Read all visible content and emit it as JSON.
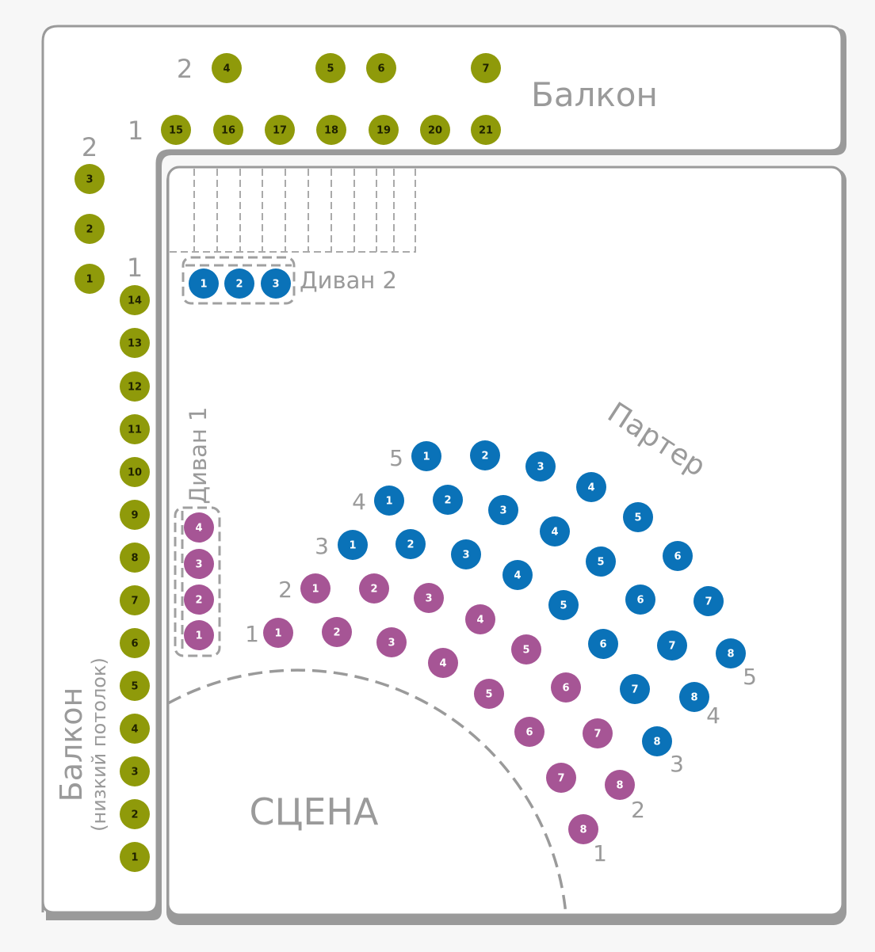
{
  "colors": {
    "balcony": "#8f9a0a",
    "blue": "#0a72b8",
    "purple": "#a65595",
    "frame": "#9a9a9a"
  },
  "labels": {
    "balcony_top": "Балкон",
    "balcony_side": "Балкон",
    "balcony_side_note": "(низкий потолок)",
    "divan2": "Диван 2",
    "divan1": "Диван 1",
    "parter": "Партер",
    "stage": "СЦЕНА"
  },
  "row_labels": {
    "balcony_top_row2": "2",
    "balcony_top_row1": "1",
    "balcony_side_row2": "2",
    "balcony_side_row1": "1",
    "parter_left": [
      "5",
      "4",
      "3",
      "2",
      "1"
    ],
    "parter_right": [
      "5",
      "4",
      "3",
      "2",
      "1"
    ]
  },
  "sections": [
    {
      "id": "balcony-top-row2",
      "color": "balcony",
      "seats": [
        "4",
        "5",
        "6",
        "7"
      ]
    },
    {
      "id": "balcony-top-row1",
      "color": "balcony",
      "seats": [
        "15",
        "16",
        "17",
        "18",
        "19",
        "20",
        "21"
      ]
    },
    {
      "id": "balcony-side-row2",
      "color": "balcony",
      "seats": [
        "3",
        "2",
        "1"
      ]
    },
    {
      "id": "balcony-side-row1",
      "color": "balcony",
      "seats": [
        "14",
        "13",
        "12",
        "11",
        "10",
        "9",
        "8",
        "7",
        "6",
        "5",
        "4",
        "3",
        "2",
        "1"
      ]
    },
    {
      "id": "divan2",
      "color": "blue",
      "seats": [
        "1",
        "2",
        "3"
      ]
    },
    {
      "id": "divan1",
      "color": "purple",
      "seats": [
        "4",
        "3",
        "2",
        "1"
      ]
    },
    {
      "id": "parter-row5",
      "color": "blue",
      "seats": [
        "1",
        "2",
        "3",
        "4",
        "5",
        "6",
        "7",
        "8"
      ]
    },
    {
      "id": "parter-row4",
      "color": "blue",
      "seats": [
        "1",
        "2",
        "3",
        "4",
        "5",
        "6",
        "7",
        "8"
      ]
    },
    {
      "id": "parter-row3",
      "color": "blue",
      "seats": [
        "1",
        "2",
        "3",
        "4",
        "5",
        "6",
        "7",
        "8"
      ]
    },
    {
      "id": "parter-row2",
      "color": "purple",
      "seats": [
        "1",
        "2",
        "3",
        "4",
        "5",
        "6",
        "7",
        "8"
      ]
    },
    {
      "id": "parter-row1",
      "color": "purple",
      "seats": [
        "1",
        "2",
        "3",
        "4",
        "5",
        "6",
        "7",
        "8"
      ]
    }
  ]
}
